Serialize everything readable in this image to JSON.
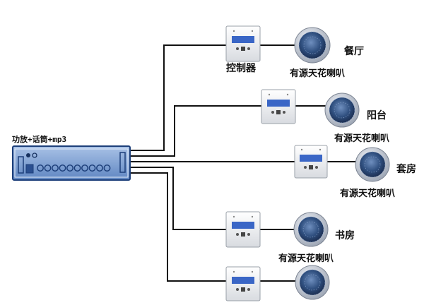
{
  "amplifier": {
    "label": "功放+话筒+mp3",
    "panel_dots": 10
  },
  "zones": [
    {
      "controller_label": "控制器",
      "room_label": "餐厅",
      "speaker_label": "有源天花喇叭"
    },
    {
      "controller_label": "",
      "room_label": "阳台",
      "speaker_label": "有源天花喇叭"
    },
    {
      "controller_label": "",
      "room_label": "套房",
      "speaker_label": "有源天花喇叭"
    },
    {
      "controller_label": "",
      "room_label": "书房",
      "speaker_label": "有源天花喇叭"
    },
    {
      "controller_label": "",
      "room_label": "",
      "speaker_label": ""
    }
  ],
  "colors": {
    "wire": "#111111",
    "amp_fill": "#7fa3d3",
    "amp_edge": "#1d3f7a",
    "speaker_ring": "#c8ccd4",
    "speaker_grille": "#2f4f7f",
    "controller_screen": "#3a66c6"
  },
  "icons": [
    "amplifier-icon",
    "controller-panel-icon",
    "ceiling-speaker-icon"
  ]
}
